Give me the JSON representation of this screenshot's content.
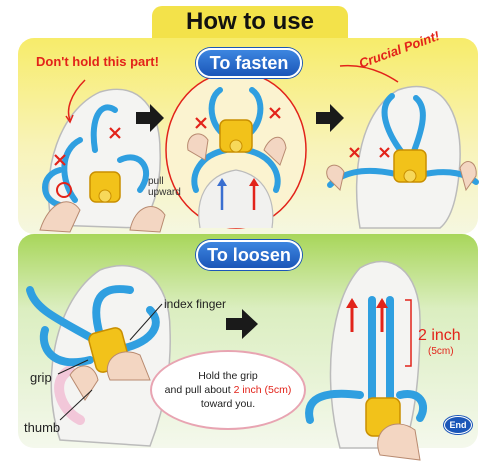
{
  "title": "How to use",
  "fasten": {
    "heading": "To fasten",
    "warning": "Don't hold this part!",
    "crucial": "Crucial Point!",
    "pull_line1": "pull",
    "pull_line2": "upward"
  },
  "loosen": {
    "heading": "To loosen",
    "index_finger": "index finger",
    "grip": "grip",
    "thumb": "thumb",
    "distance": "2 inch",
    "distance_metric": "(5cm)",
    "instruction_line1": "Hold the grip",
    "instruction_line2_pre": "and pull about ",
    "instruction_line2_red": "2 inch (5cm)",
    "instruction_line3": "toward you."
  },
  "end_label": "End",
  "colors": {
    "lace_blue": "#2f9fe0",
    "device_yellow": "#f2c21a",
    "arrow_red": "#e2231a",
    "pill_blue": "#1b56b8",
    "panel_top": "#f7ec6a",
    "panel_bottom": "#a8d65a"
  }
}
